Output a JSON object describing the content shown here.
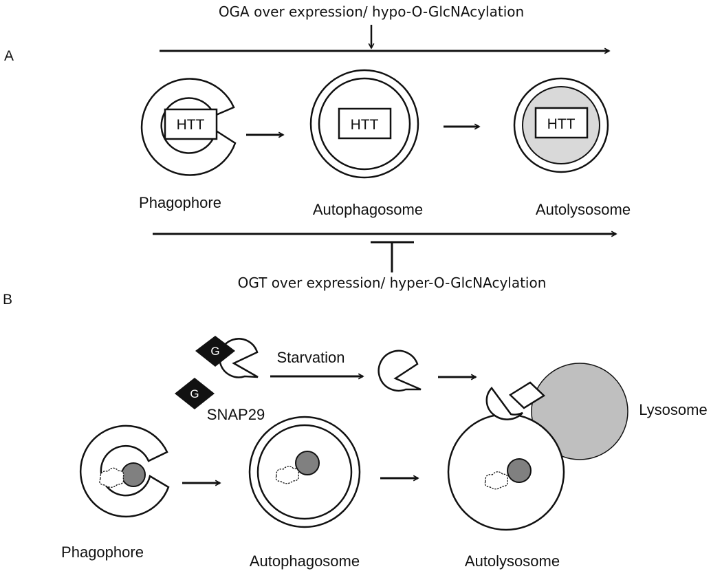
{
  "panel_a": {
    "label": "A",
    "top_annotation": "OGA over expression/ hypo-O-GlcNAcylation",
    "bottom_annotation": "OGT over expression/ hyper-O-GlcNAcylation",
    "cargo_label": "HTT",
    "stages": {
      "phagophore": "Phagophore",
      "autophagosome": "Autophagosome",
      "autolysosome": "Autolysosome"
    }
  },
  "panel_b": {
    "label": "B",
    "starvation": "Starvation",
    "snap29": "SNAP29",
    "glcnac_mark": "G",
    "lysosome": "Lysosome",
    "stages": {
      "phagophore": "Phagophore",
      "autophagosome": "Autophagosome",
      "autolysosome": "Autolysosome"
    }
  },
  "colors": {
    "stroke": "#111111",
    "lumen_gray": "#d9d9d9",
    "lysosome_gray": "#bfbfbf",
    "cargo_gray": "#808080",
    "mark_fill": "#111111"
  }
}
